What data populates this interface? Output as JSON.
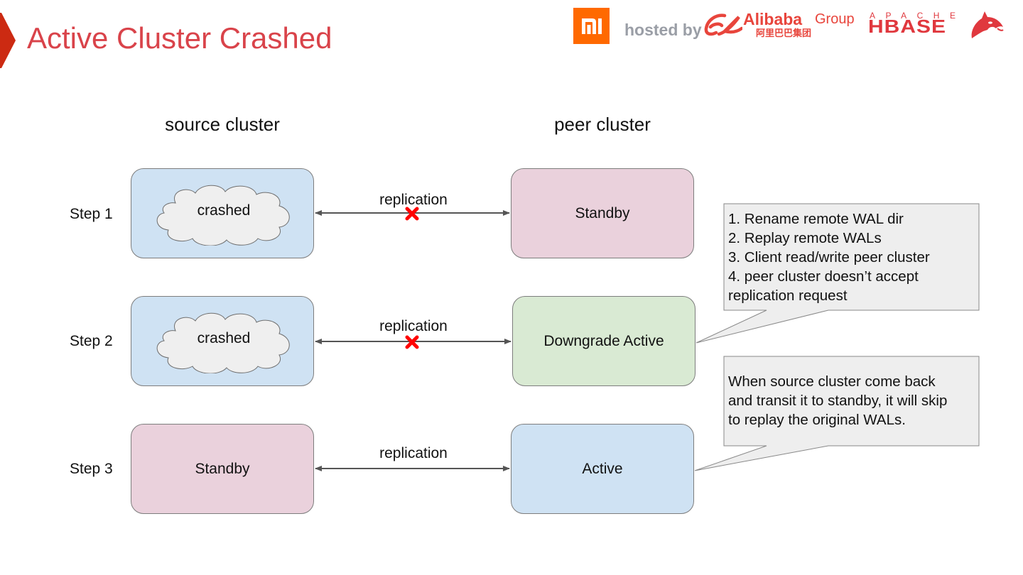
{
  "slide": {
    "title": "Active Cluster Crashed",
    "accent_color": "#d9434a"
  },
  "header_logos": {
    "mi_logo": "mi",
    "hosted_by": "hosted by",
    "alibaba_name": "Alibaba",
    "alibaba_group": "Group",
    "alibaba_cn": "阿里巴巴集团",
    "apache": "APACHE",
    "hbase": "HBASE"
  },
  "columns": {
    "source": "source cluster",
    "peer": "peer cluster"
  },
  "steps": [
    {
      "label": "Step 1",
      "source": {
        "text": "crashed",
        "state": "crashed",
        "color": "#cfe2f3"
      },
      "link": {
        "label": "replication",
        "broken": true
      },
      "peer": {
        "text": "Standby",
        "color": "#ead1dc"
      }
    },
    {
      "label": "Step 2",
      "source": {
        "text": "crashed",
        "state": "crashed",
        "color": "#cfe2f3"
      },
      "link": {
        "label": "replication",
        "broken": true
      },
      "peer": {
        "text": "Downgrade Active",
        "color": "#d9ead3"
      }
    },
    {
      "label": "Step 3",
      "source": {
        "text": "Standby",
        "state": "standby",
        "color": "#ead1dc"
      },
      "link": {
        "label": "replication",
        "broken": false
      },
      "peer": {
        "text": "Active",
        "color": "#cfe2f3"
      }
    }
  ],
  "callouts": [
    {
      "lines": [
        "1. Rename remote WAL dir",
        "2. Replay remote WALs",
        "3. Client read/write peer cluster",
        "4. peer cluster doesn’t accept",
        "replication request"
      ]
    },
    {
      "lines": [
        "When source cluster come back",
        "and transit it to standby, it will skip",
        "to replay the original WALs."
      ]
    }
  ]
}
